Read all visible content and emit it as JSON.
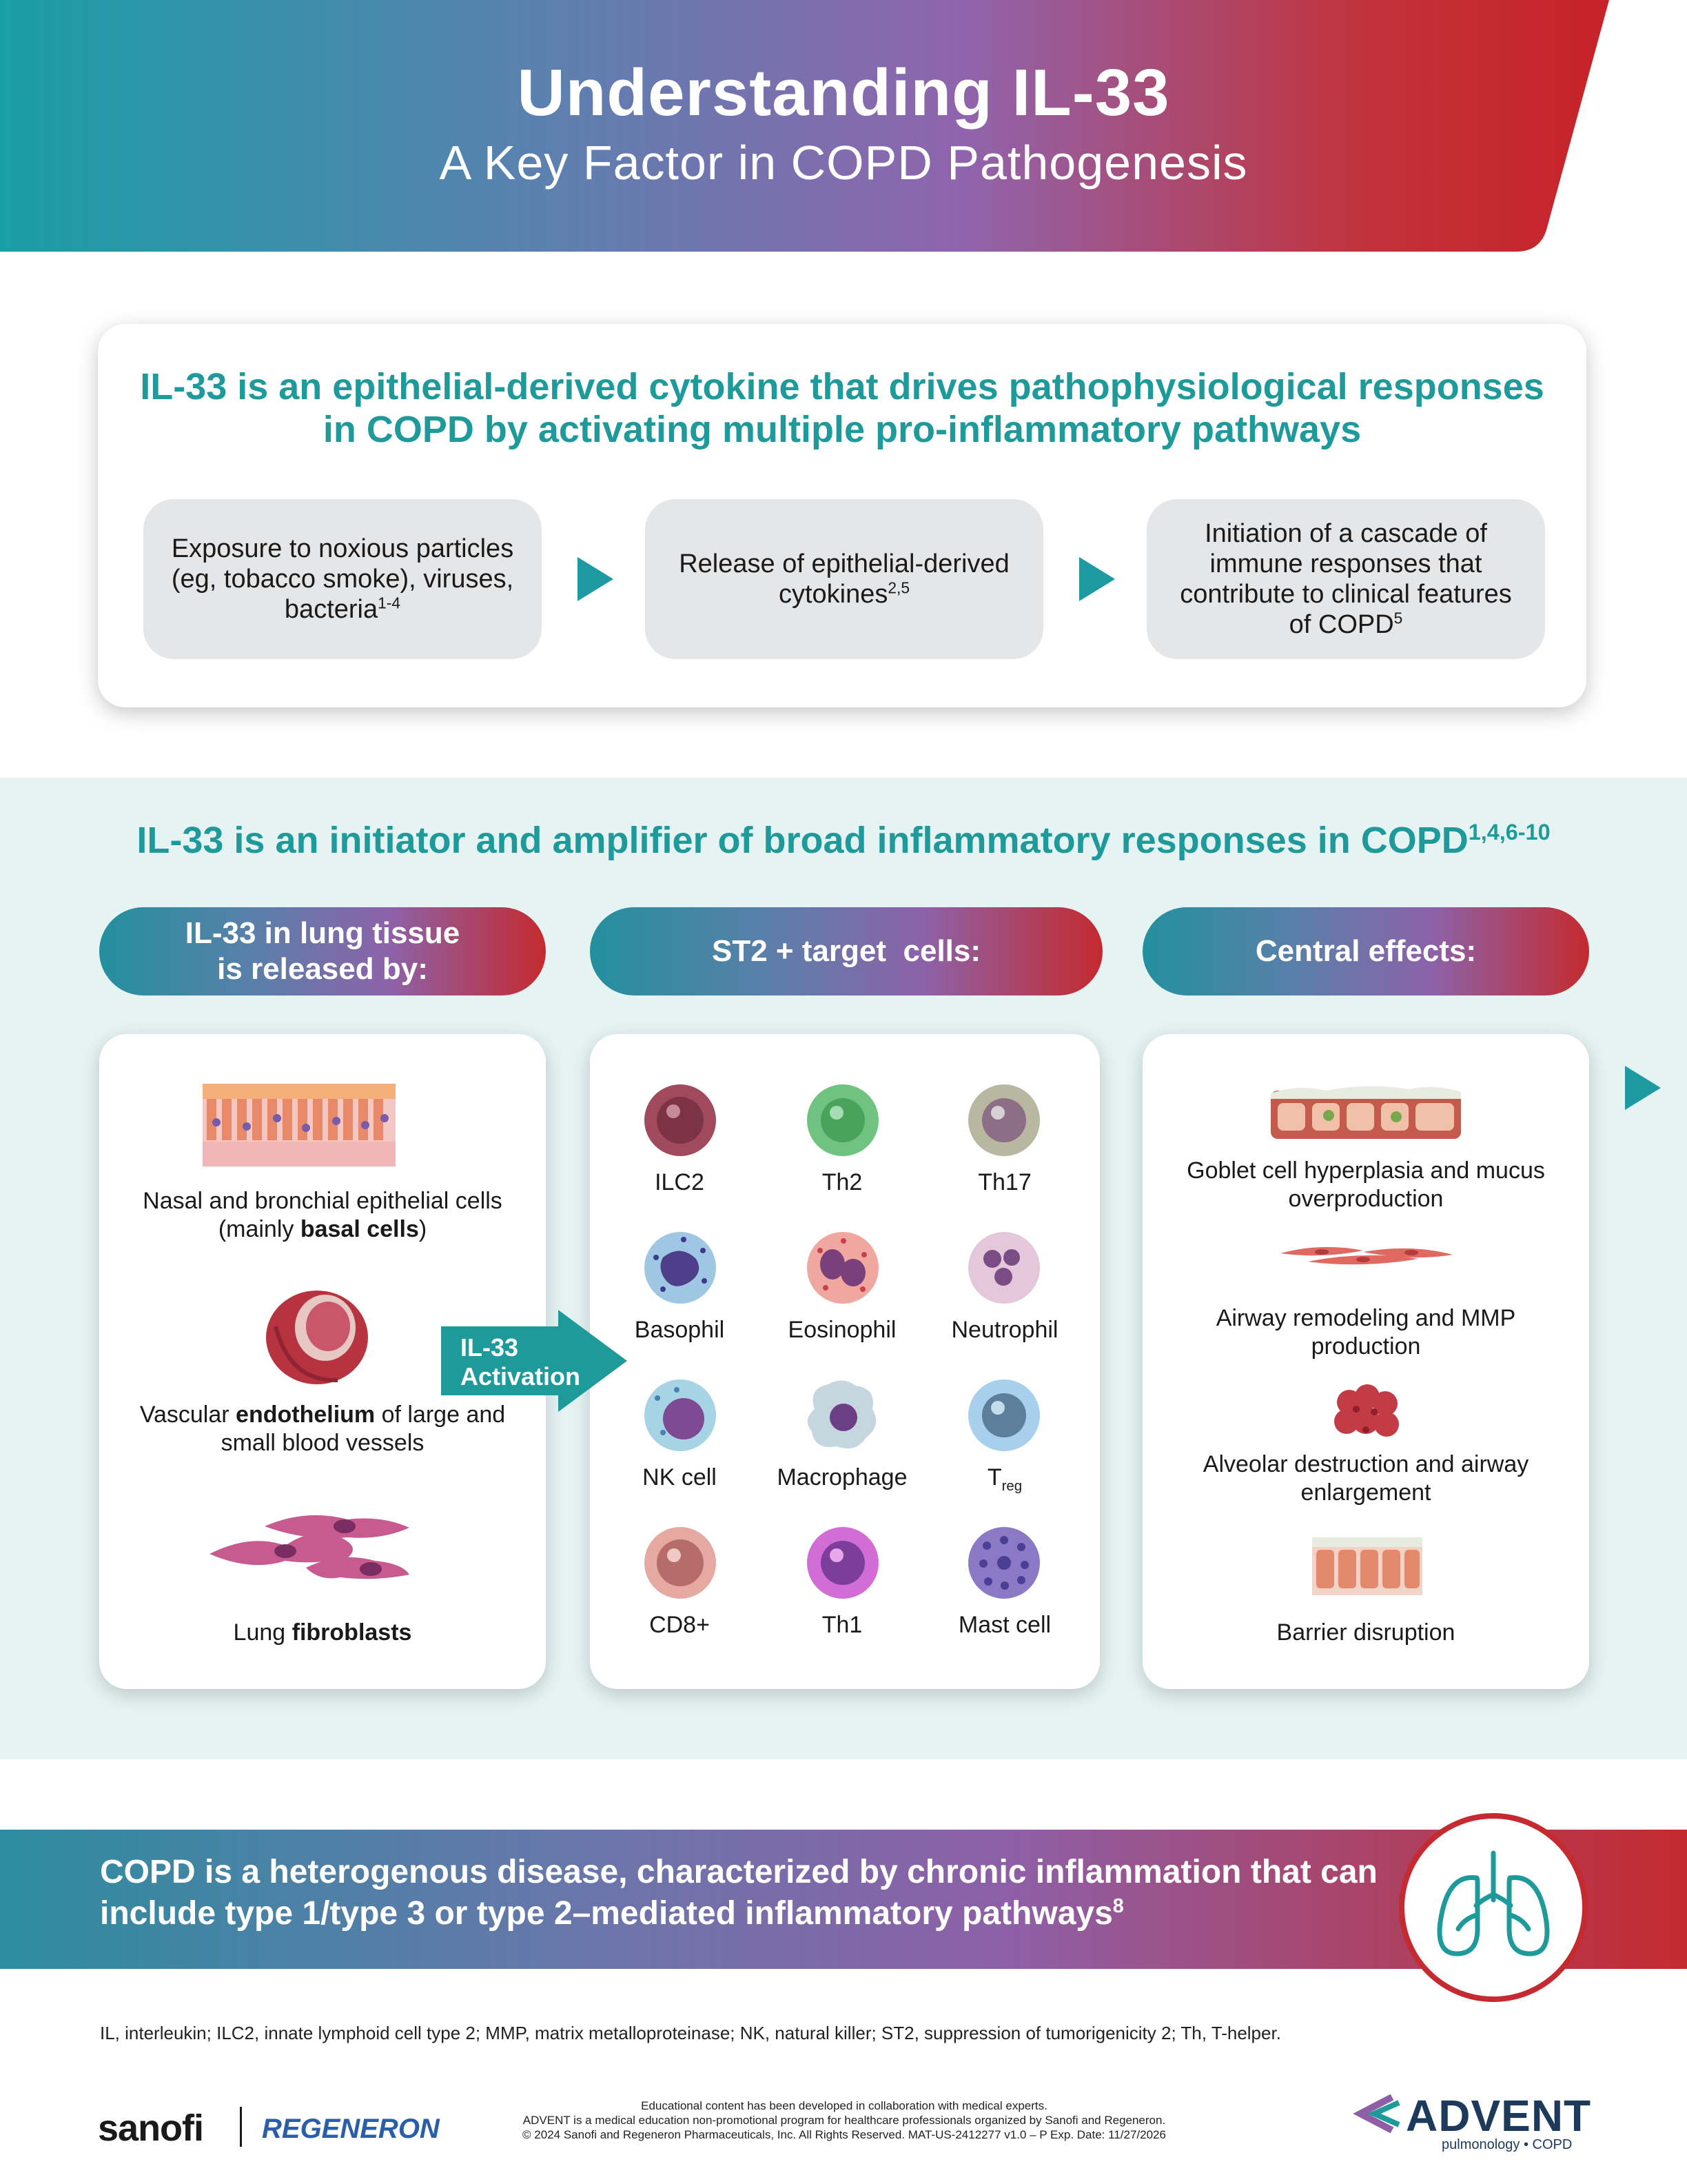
{
  "header": {
    "title": "Understanding IL-33",
    "subtitle": "A Key Factor in COPD Pathogenesis"
  },
  "card1": {
    "heading": "IL-33 is an epithelial-derived cytokine that drives pathophysiological responses in COPD by activating multiple pro-inflammatory pathways",
    "steps": [
      {
        "text": "Exposure to noxious particles (eg, tobacco smoke), viruses, bacteria",
        "ref": "1-4"
      },
      {
        "text": "Release of epithelial-derived cytokines",
        "ref": "2,5"
      },
      {
        "text": "Initiation of a cascade of immune responses that contribute to clinical features of COPD",
        "ref": "5"
      }
    ]
  },
  "section2": {
    "heading": "IL-33 is an initiator and amplifier of broad inflammatory responses in COPD",
    "heading_ref": "1,4,6-10",
    "pills": [
      "IL-33 in lung tissue is released by:",
      "ST2 + target  cells:",
      "Central effects:"
    ],
    "sources": [
      {
        "pre": "Nasal and bronchial epithelial cells (mainly ",
        "bold": "basal cells",
        "post": ")"
      },
      {
        "pre": "Vascular ",
        "bold": "endothelium",
        "post": " of large and small blood vessels"
      },
      {
        "pre": "Lung ",
        "bold": "fibroblasts",
        "post": ""
      }
    ],
    "activation_label": "IL-33 Activation",
    "cells": [
      "ILC2",
      "Th2",
      "Th17",
      "Basophil",
      "Eosinophil",
      "Neutrophil",
      "NK cell",
      "Macrophage",
      "T",
      "CD8+",
      "Th1",
      "Mast cell"
    ],
    "treg_sub": "reg",
    "effects": [
      "Goblet cell hyperplasia and mucus overproduction",
      "Airway remodeling and MMP production",
      "Alveolar destruction and airway enlargement",
      "Barrier disruption"
    ]
  },
  "banner": {
    "text": "COPD is a heterogenous disease, characterized by chronic inflammation that can include type 1/type 3 or type 2–mediated inflammatory pathways",
    "ref": "8"
  },
  "abbreviations": "IL, interleukin; ILC2, innate lymphoid cell type 2; MMP, matrix metalloproteinase; NK, natural killer; ST2, suppression of tumorigenicity 2; Th, T-helper.",
  "footer": {
    "line1": "Educational content has been developed in collaboration with medical experts.",
    "line2": "ADVENT is a medical education non-promotional program for healthcare professionals organized by Sanofi and Regeneron.",
    "line3": "© 2024 Sanofi and Regeneron Pharmaceuticals, Inc. All Rights Reserved. MAT-US-2412277 v1.0 – P Exp. Date: 11/27/2026",
    "sanofi_logo": "sanofi",
    "regeneron_logo": "REGENERON",
    "advent_logo": "ADVENT",
    "advent_sub": "pulmonology • COPD"
  },
  "colors": {
    "teal": "#1f9a9a",
    "purple": "#8e5fa6",
    "red": "#c42a2f",
    "light_teal_bg": "#e5f3f3",
    "step_gray": "#e5e6e8"
  },
  "icons": [
    "play-arrow-icon",
    "lungs-icon",
    "epithelium-icon",
    "blood-vessel-icon",
    "fibroblast-icon",
    "cell-icon"
  ]
}
